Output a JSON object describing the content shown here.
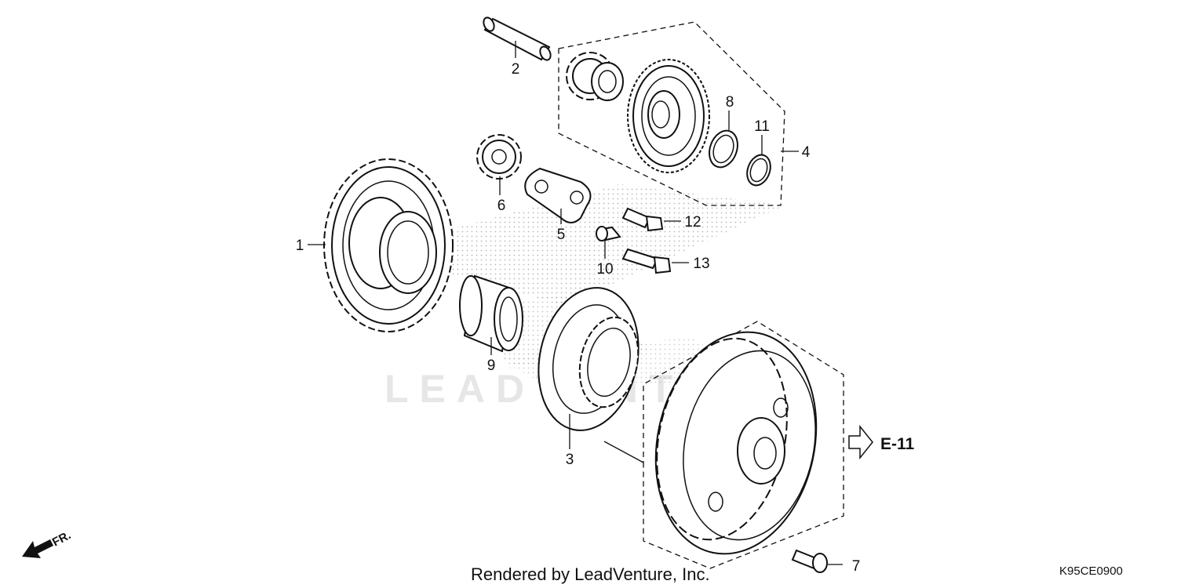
{
  "diagram": {
    "watermark": "LEADVENTURE",
    "callouts": [
      {
        "id": "p1",
        "label": "1"
      },
      {
        "id": "p2",
        "label": "2"
      },
      {
        "id": "p3",
        "label": "3"
      },
      {
        "id": "p4",
        "label": "4"
      },
      {
        "id": "p5",
        "label": "5"
      },
      {
        "id": "p6",
        "label": "6"
      },
      {
        "id": "p7",
        "label": "7"
      },
      {
        "id": "p8",
        "label": "8"
      },
      {
        "id": "p9",
        "label": "9"
      },
      {
        "id": "p10",
        "label": "10"
      },
      {
        "id": "p11",
        "label": "11"
      },
      {
        "id": "p12",
        "label": "12"
      },
      {
        "id": "p13",
        "label": "13"
      }
    ],
    "reference": "E-11",
    "direction_label": "FR.",
    "footer_credit": "Rendered by LeadVenture, Inc.",
    "diagram_code": "K95CE0900"
  }
}
